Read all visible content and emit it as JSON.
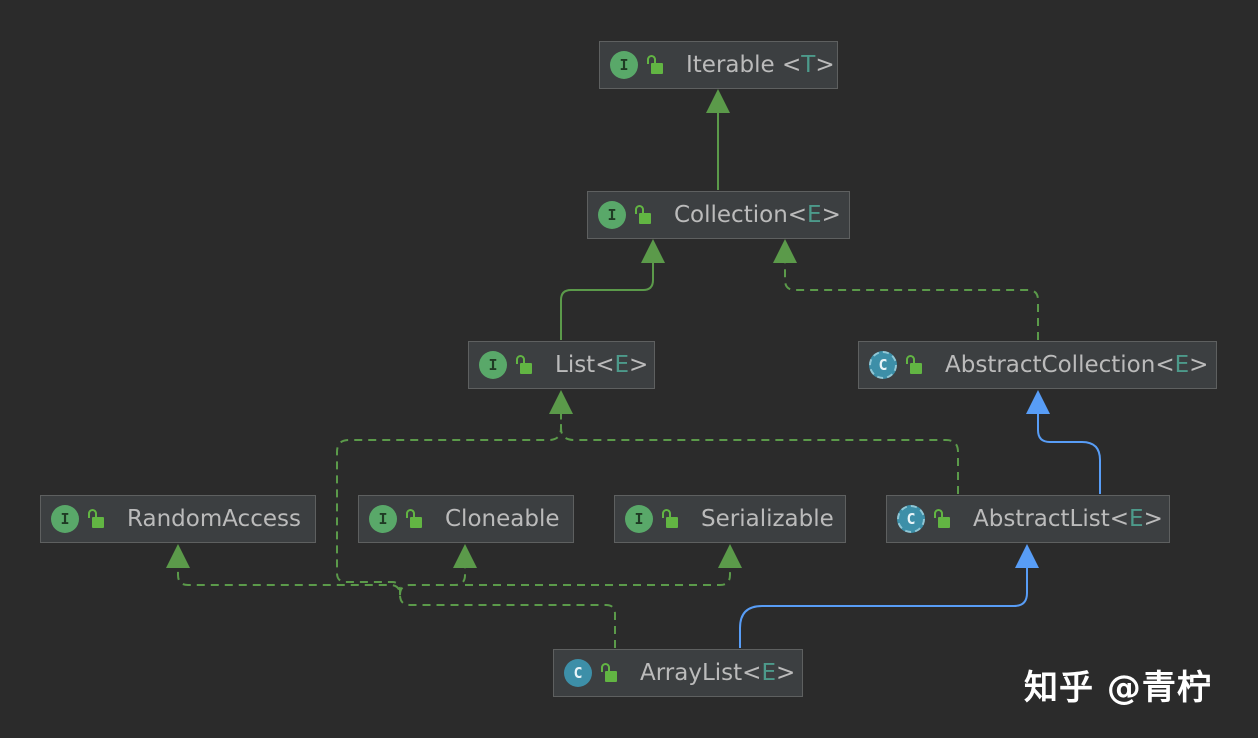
{
  "nodes": {
    "iterable": {
      "kind": "I",
      "name": "Iterable",
      "type_param": "T"
    },
    "collection": {
      "kind": "I",
      "name": "Collection",
      "type_param": "E"
    },
    "list": {
      "kind": "I",
      "name": "List",
      "type_param": "E"
    },
    "abstract_collection": {
      "kind": "C",
      "name": "AbstractCollection",
      "type_param": "E"
    },
    "random_access": {
      "kind": "I",
      "name": "RandomAccess",
      "type_param": ""
    },
    "cloneable": {
      "kind": "I",
      "name": "Cloneable",
      "type_param": ""
    },
    "serializable": {
      "kind": "I",
      "name": "Serializable",
      "type_param": ""
    },
    "abstract_list": {
      "kind": "C",
      "name": "AbstractList",
      "type_param": "E"
    },
    "array_list": {
      "kind": "C",
      "name": "ArrayList",
      "type_param": "E"
    }
  },
  "colors": {
    "extends_interface": "#5b9a4a",
    "implements": "#5b9a4a",
    "extends_class": "#589df6",
    "background": "#2b2b2b",
    "node_fill": "#3c3f41"
  },
  "watermark": "知乎 @青柠"
}
